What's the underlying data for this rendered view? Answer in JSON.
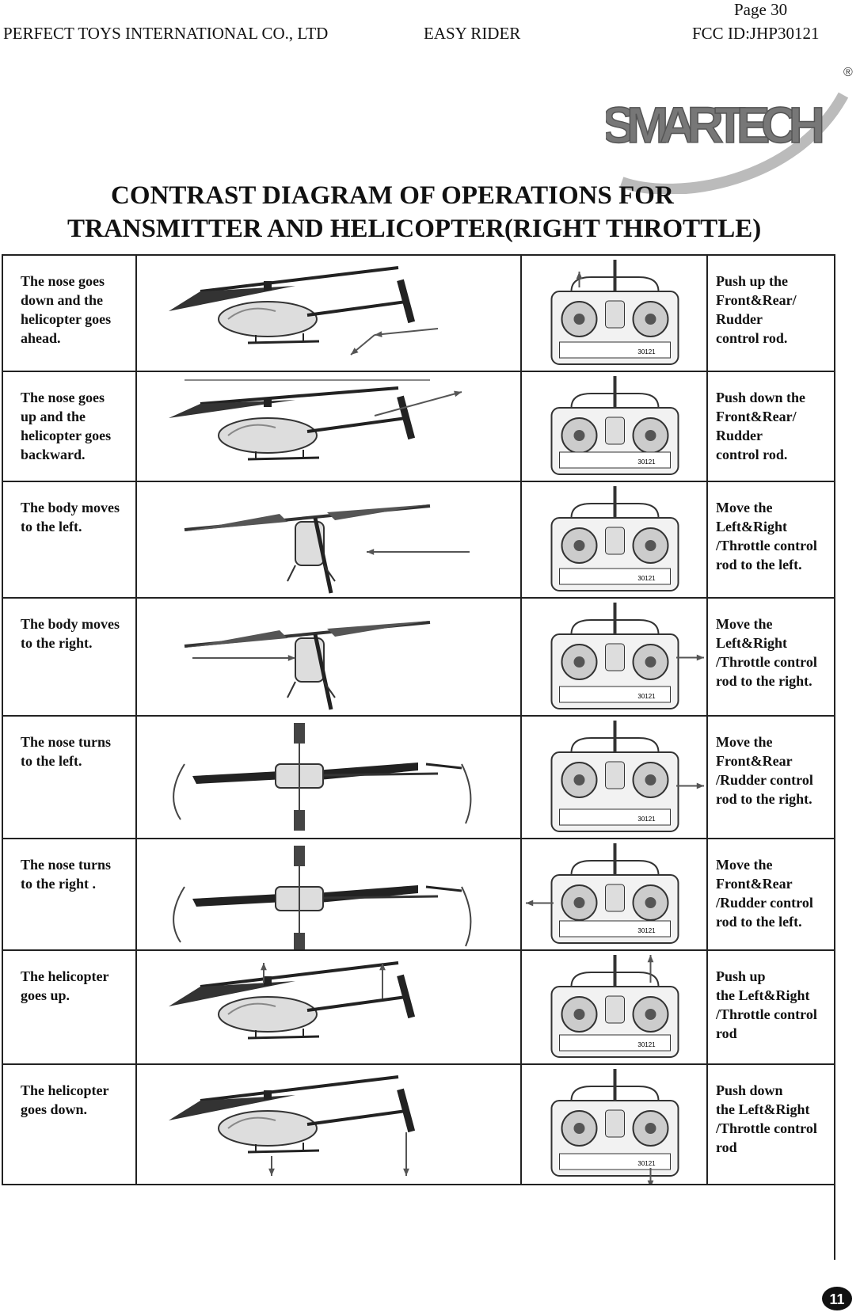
{
  "header": {
    "page": "Page 30",
    "company": "PERFECT TOYS INTERNATIONAL CO., LTD",
    "product": "EASY RIDER",
    "fcc": "FCC  ID:JHP30121"
  },
  "logo": {
    "text": "SMARTECH",
    "registered": "®"
  },
  "title": {
    "line1": "CONTRAST  DIAGRAM OF OPERATIONS  FOR",
    "line2": "TRANSMITTER AND HELICOPTER(RIGHT THROTTLE)"
  },
  "rows": [
    {
      "action": "The  nose goes\ndown and the\nhelicopter goes\nahead.",
      "control": "Push  up the\nFront&Rear/\nRudder\ncontrol rod."
    },
    {
      "action": "The  nose goes\nup  and the\nhelicopter goes\nbackward.",
      "control": "Push  down the\nFront&Rear/\nRudder\ncontrol rod."
    },
    {
      "action": "The  body  moves\nto the left.",
      "control": "Move  the\nLeft&Right\n/Throttle control\nrod to the left."
    },
    {
      "action": "The  body  moves\nto the right.",
      "control": "Move  the\nLeft&Right\n/Throttle control\nrod to the right."
    },
    {
      "action": "The  nose  turns\nto the left.",
      "control": "Move the\nFront&Rear\n/Rudder control\nrod to the right."
    },
    {
      "action": "The  nose turns\nto the right .",
      "control": "Move the\nFront&Rear\n/Rudder control\nrod to the left."
    },
    {
      "action": "The helicopter\ngoes up.",
      "control": "Push up\nthe Left&Right\n/Throttle control\nrod"
    },
    {
      "action": "The helicopter\ngoes down.",
      "control": "Push down\nthe Left&Right\n/Throttle control\nrod"
    }
  ],
  "transmitter_label": "30121",
  "page_badge": "11"
}
